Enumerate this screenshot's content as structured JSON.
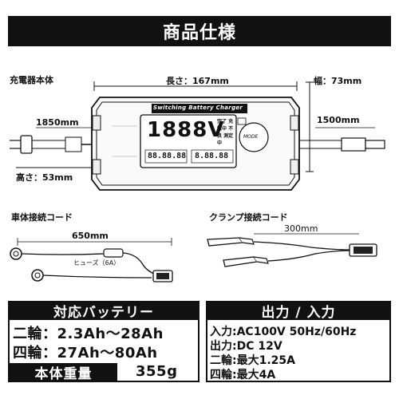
{
  "header": {
    "title": "商品仕様"
  },
  "charger": {
    "label": "充電器本体",
    "length": "長さ：167mm",
    "width": "幅：73mm",
    "height": "高さ：53mm",
    "cord_left": "1850mm",
    "cord_right": "1500mm",
    "brand": "Switching Battery Charger",
    "display_main": "1888V",
    "display_sub1": "88.88.88",
    "display_sub2": "8.88.88",
    "status_text": "完了 充電中 不良 測定中",
    "mode_button": "MODE"
  },
  "vehicle_cord": {
    "label": "車体接続コード",
    "length": "650mm",
    "fuse": "ヒューズ（6A）"
  },
  "clamp_cord": {
    "label": "クランプ接続コード",
    "length": "300mm"
  },
  "batteries": {
    "title": "対応バッテリー",
    "rows": [
      "二輪：2.3Ah～28Ah",
      "四輪：27Ah～80Ah"
    ],
    "weight_label": "本体重量",
    "weight_value": "355g"
  },
  "io": {
    "title": "出力 / 入力",
    "rows": [
      "入力:AC100V 50Hz/60Hz",
      "出力:DC 12V",
      "二輪:最大1.25A",
      "四輪:最大4A"
    ]
  }
}
